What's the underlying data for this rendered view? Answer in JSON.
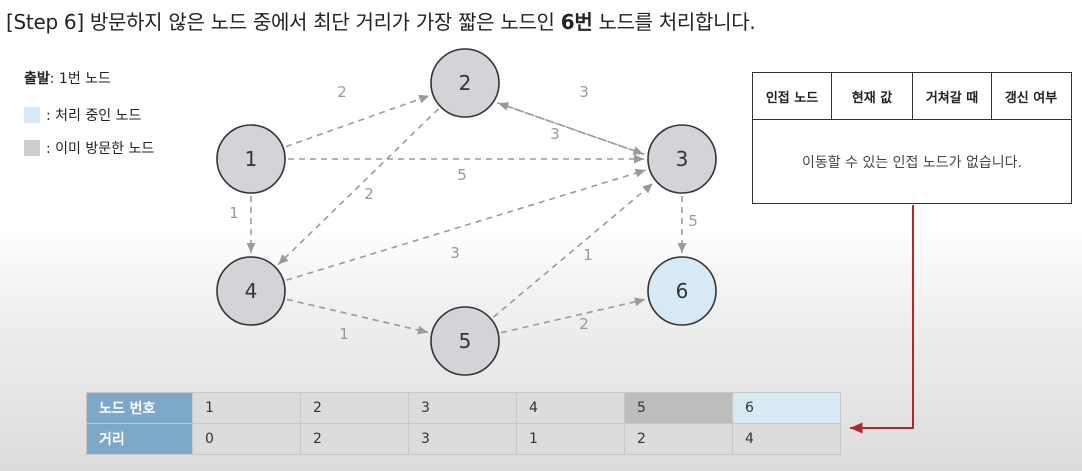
{
  "title": {
    "prefix": "[Step 6] 방문하지 않은 노드 중에서 최단 거리가 가장 짧은 노드인 ",
    "bold": "6번",
    "suffix": " 노드를 처리합니다."
  },
  "legend": {
    "start_label": "출발",
    "start_value": ": 1번 노드",
    "processing": ": 처리 중인 노드",
    "visited": ": 이미 방문한 노드"
  },
  "colors": {
    "visited_node": "#d4d4d8",
    "processing_node": "#d6e9f4",
    "edge": "#9a9a9a",
    "pointer_arrow": "#b02a2a",
    "table_header": "#7ea8c8"
  },
  "graph": {
    "nodes": [
      {
        "id": "1",
        "state": "visited"
      },
      {
        "id": "2",
        "state": "visited"
      },
      {
        "id": "3",
        "state": "visited"
      },
      {
        "id": "4",
        "state": "visited"
      },
      {
        "id": "5",
        "state": "visited"
      },
      {
        "id": "6",
        "state": "processing"
      }
    ],
    "edges": [
      {
        "from": "1",
        "to": "2",
        "weight": "2"
      },
      {
        "from": "1",
        "to": "3",
        "weight": "5"
      },
      {
        "from": "1",
        "to": "4",
        "weight": "1"
      },
      {
        "from": "2",
        "to": "3",
        "weight": "3"
      },
      {
        "from": "3",
        "to": "2",
        "weight": "3"
      },
      {
        "from": "2",
        "to": "4",
        "weight": "2"
      },
      {
        "from": "4",
        "to": "3",
        "weight": "3"
      },
      {
        "from": "4",
        "to": "5",
        "weight": "1"
      },
      {
        "from": "5",
        "to": "3",
        "weight": "1"
      },
      {
        "from": "5",
        "to": "6",
        "weight": "2"
      },
      {
        "from": "3",
        "to": "6",
        "weight": "5"
      }
    ]
  },
  "adjacency_table": {
    "headers": [
      "인접 노드",
      "현재 값",
      "거쳐갈 때",
      "갱신 여부"
    ],
    "message": "이동할 수 있는 인접 노드가 없습니다."
  },
  "distance_table": {
    "row1_label": "노드 번호",
    "row2_label": "거리",
    "nodes": [
      "1",
      "2",
      "3",
      "4",
      "5",
      "6"
    ],
    "distances": [
      "0",
      "2",
      "3",
      "1",
      "2",
      "4"
    ]
  }
}
